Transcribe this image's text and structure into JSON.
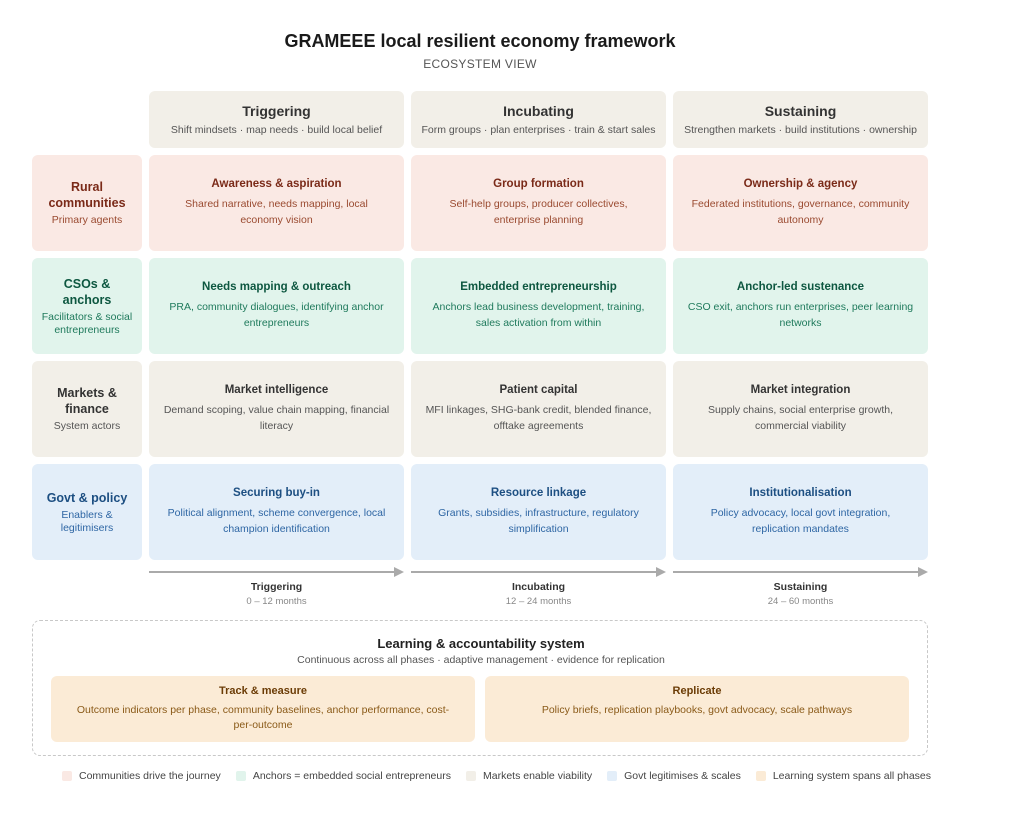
{
  "title": "GRAMEEE local resilient economy framework",
  "subtitle": "ECOSYSTEM VIEW",
  "phases": [
    {
      "name": "Triggering",
      "desc": "Shift mindsets · map needs · build local belief",
      "duration": "0 – 12 months"
    },
    {
      "name": "Incubating",
      "desc": "Form groups · plan enterprises · train & start sales",
      "duration": "12 – 24 months"
    },
    {
      "name": "Sustaining",
      "desc": "Strengthen markets · build institutions · ownership",
      "duration": "24 – 60 months"
    }
  ],
  "rows": [
    {
      "name": "Rural communities",
      "sub": "Primary agents",
      "cells": [
        {
          "title": "Awareness & aspiration",
          "desc": "Shared narrative, needs mapping, local economy vision"
        },
        {
          "title": "Group formation",
          "desc": "Self-help groups, producer collectives, enterprise planning"
        },
        {
          "title": "Ownership & agency",
          "desc": "Federated institutions, governance, community autonomy"
        }
      ]
    },
    {
      "name": "CSOs & anchors",
      "sub": "Facilitators & social entrepreneurs",
      "cells": [
        {
          "title": "Needs mapping & outreach",
          "desc": "PRA, community dialogues, identifying anchor entrepreneurs"
        },
        {
          "title": "Embedded entrepreneurship",
          "desc": "Anchors lead business development, training, sales activation from within"
        },
        {
          "title": "Anchor-led sustenance",
          "desc": "CSO exit, anchors run enterprises, peer learning networks"
        }
      ]
    },
    {
      "name": "Markets & finance",
      "sub": "System actors",
      "cells": [
        {
          "title": "Market intelligence",
          "desc": "Demand scoping, value chain mapping, financial literacy"
        },
        {
          "title": "Patient capital",
          "desc": "MFI linkages, SHG-bank credit, blended finance, offtake agreements"
        },
        {
          "title": "Market integration",
          "desc": "Supply chains, social enterprise growth, commercial viability"
        }
      ]
    },
    {
      "name": "Govt & policy",
      "sub": "Enablers & legitimisers",
      "cells": [
        {
          "title": "Securing buy-in",
          "desc": "Political alignment, scheme convergence, local champion identification"
        },
        {
          "title": "Resource linkage",
          "desc": "Grants, subsidies, infrastructure, regulatory simplification"
        },
        {
          "title": "Institutionalisation",
          "desc": "Policy advocacy, local govt integration, replication mandates"
        }
      ]
    }
  ],
  "learning": {
    "title": "Learning & accountability system",
    "sub": "Continuous across all phases · adaptive management · evidence for replication",
    "cards": [
      {
        "title": "Track & measure",
        "desc": "Outcome indicators per phase, community baselines, anchor performance, cost-per-outcome"
      },
      {
        "title": "Replicate",
        "desc": "Policy briefs, replication playbooks, govt advocacy, scale pathways"
      }
    ]
  },
  "legend": [
    {
      "label": "Communities drive the journey",
      "color": "#fae9e4"
    },
    {
      "label": "Anchors = embedded social entrepreneurs",
      "color": "#e1f4ec"
    },
    {
      "label": "Markets enable viability",
      "color": "#f2efe8"
    },
    {
      "label": "Govt legitimises & scales",
      "color": "#e3eef9"
    },
    {
      "label": "Learning system spans all phases",
      "color": "#fbebd6"
    }
  ]
}
